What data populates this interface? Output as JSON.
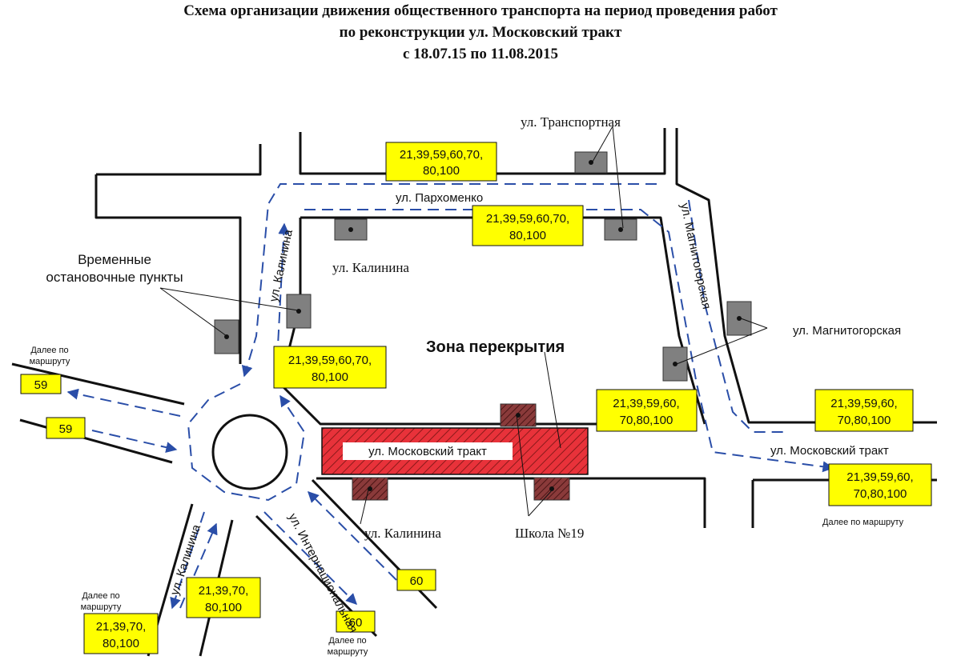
{
  "title": {
    "line1": "Схема организации движения общественного транспорта на период проведения работ",
    "line2": "по реконструкции ул. Московский тракт",
    "line3": "с 18.07.15 по 11.08.2015"
  },
  "streets": {
    "transportnaya": "ул. Транспортная",
    "parkhomenko": "ул. Пархоменко",
    "kalinina_top": "ул. Калинина",
    "kalinina_vertical": "ул. Калинина",
    "kalinina_bottom_label": "ул. Калинина",
    "kalinina_sw": "ул. Калинина",
    "magnitogorskaya_vertical": "ул. Магнитогорская",
    "magnitogorskaya_label": "ул. Магнитогорская",
    "moskovsky_closed": "ул. Московский тракт",
    "moskovsky_east": "ул. Московский тракт",
    "internatsionalnaya": "ул. Интернациональная"
  },
  "labels": {
    "temporary_stops": "Временные",
    "temporary_stops_2": "остановочные пункты",
    "closure_zone": "Зона перекрытия",
    "school": "Школа №19",
    "further_route_east": "Далее по маршруту",
    "further_w1": "Далее по",
    "further_w2": "маршруту",
    "further_sw1": "Далее по",
    "further_sw2": "маршруту",
    "further_s1": "Далее по",
    "further_s2": "маршруту"
  },
  "route_boxes": {
    "top1_a": "21,39,59,60,70,",
    "top1_b": "80,100",
    "top2_a": "21,39,59,60,70,",
    "top2_b": "80,100",
    "mid_a": "21,39,59,60,70,",
    "mid_b": "80,100",
    "east1_a": "21,39,59,60,",
    "east1_b": "70,80,100",
    "east2_a": "21,39,59,60,",
    "east2_b": "70,80,100",
    "east3_a": "21,39,59,60,",
    "east3_b": "70,80,100",
    "west1": "59",
    "west2": "59",
    "sw_inner_a": "21,39,70,",
    "sw_inner_b": "80,100",
    "sw_outer_a": "21,39,70,",
    "sw_outer_b": "80,100",
    "s1": "60",
    "s2": "60"
  },
  "colors": {
    "route_box": "#ffff00",
    "closure_zone": "#e8323a",
    "arrow": "#2a4ea8",
    "stop": "#808080",
    "stop_closed": "#8a2a2a"
  }
}
